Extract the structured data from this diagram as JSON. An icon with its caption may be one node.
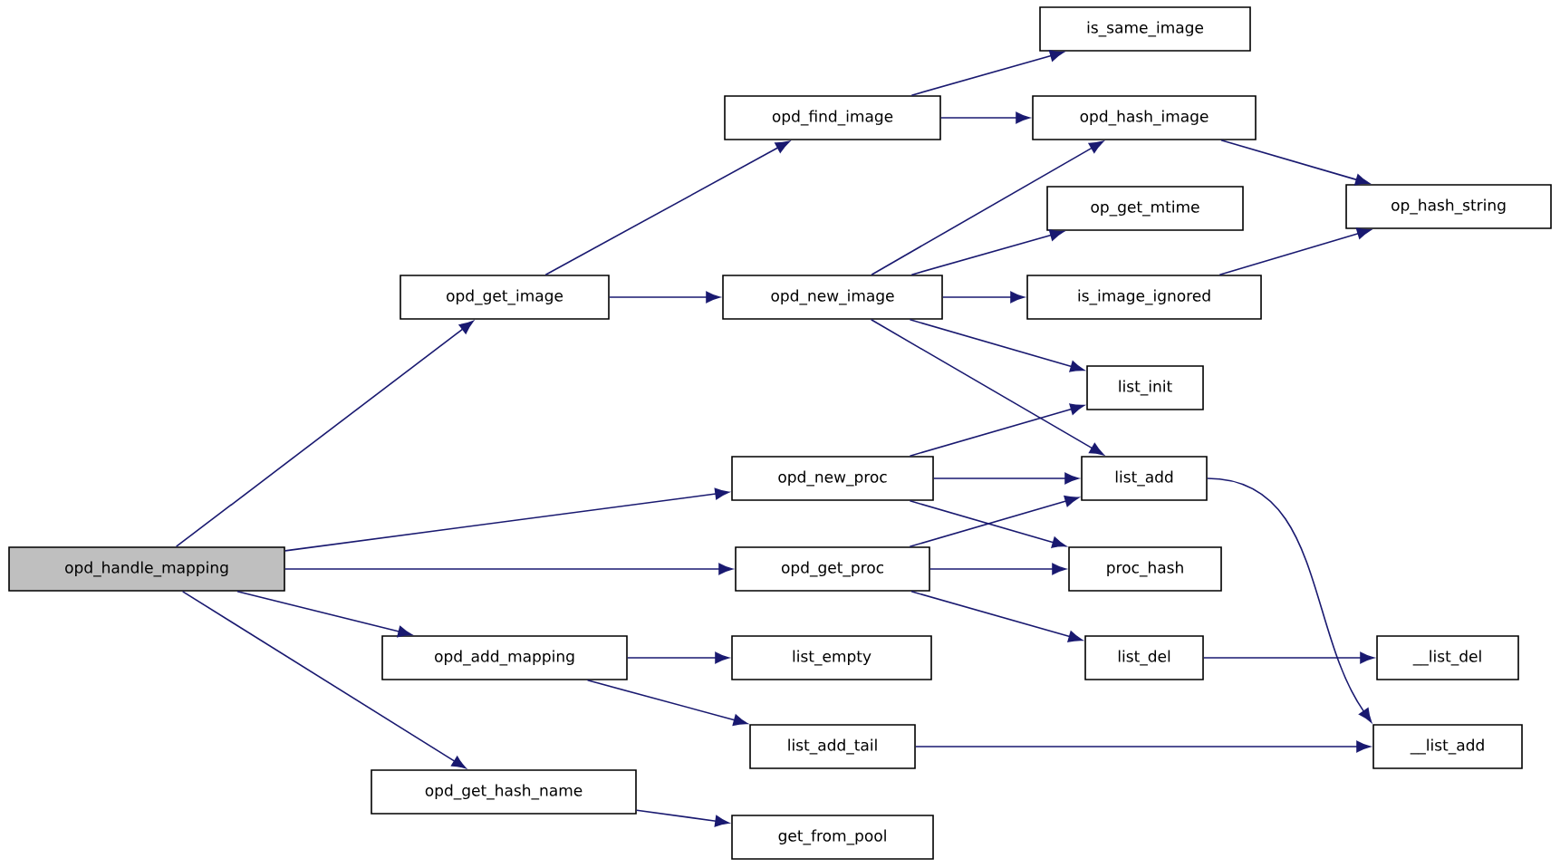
{
  "diagram": {
    "nodes": [
      {
        "text": [
          "opd_handle_mapping"
        ]
      },
      {
        "text": [
          "opd_get_image"
        ]
      },
      {
        "text": [
          "opd_find_image"
        ]
      },
      {
        "text": [
          "is_same_image"
        ]
      },
      {
        "text": [
          "opd_hash_image"
        ]
      },
      {
        "text": [
          "op_hash_string"
        ]
      },
      {
        "text": [
          "opd_new_image"
        ]
      },
      {
        "text": [
          "op_get_mtime"
        ]
      },
      {
        "text": [
          "is_image_ignored"
        ]
      },
      {
        "text": [
          "list_init"
        ]
      },
      {
        "text": [
          "opd_new_proc"
        ]
      },
      {
        "text": [
          "list_add"
        ]
      },
      {
        "text": [
          "opd_get_proc"
        ]
      },
      {
        "text": [
          "proc_hash"
        ]
      },
      {
        "text": [
          "list_del"
        ]
      },
      {
        "text": [
          "__list_del"
        ]
      },
      {
        "text": [
          "__list_add"
        ]
      },
      {
        "text": [
          "opd_add_mapping"
        ]
      },
      {
        "text": [
          "list_empty"
        ]
      },
      {
        "text": [
          "list_add_tail"
        ]
      },
      {
        "text": [
          "opd_get_hash_name"
        ]
      },
      {
        "text": [
          "get_from_pool"
        ]
      }
    ],
    "edges": [
      {
        "from": 0,
        "to": 1,
        "arrow": "to"
      },
      {
        "from": 0,
        "to": 10,
        "arrow": "to"
      },
      {
        "from": 0,
        "to": 12,
        "arrow": "to"
      },
      {
        "from": 0,
        "to": 17,
        "arrow": "to"
      },
      {
        "from": 0,
        "to": 20,
        "arrow": "to"
      },
      {
        "from": 1,
        "to": 2,
        "arrow": "to"
      },
      {
        "from": 1,
        "to": 6,
        "arrow": "to"
      },
      {
        "from": 2,
        "to": 3,
        "arrow": "to"
      },
      {
        "from": 2,
        "to": 4,
        "arrow": "to"
      },
      {
        "from": 4,
        "to": 5,
        "arrow": "to"
      },
      {
        "from": 6,
        "to": 4,
        "arrow": "to"
      },
      {
        "from": 6,
        "to": 7,
        "arrow": "to"
      },
      {
        "from": 6,
        "to": 8,
        "arrow": "to"
      },
      {
        "from": 6,
        "to": 9,
        "arrow": "to"
      },
      {
        "from": 6,
        "to": 11,
        "arrow": "to"
      },
      {
        "from": 8,
        "to": 5,
        "arrow": "to"
      },
      {
        "from": 10,
        "to": 9,
        "arrow": "to"
      },
      {
        "from": 10,
        "to": 11,
        "arrow": "to"
      },
      {
        "from": 10,
        "to": 13,
        "arrow": "to"
      },
      {
        "from": 12,
        "to": 11,
        "arrow": "to"
      },
      {
        "from": 12,
        "to": 13,
        "arrow": "to"
      },
      {
        "from": 12,
        "to": 14,
        "arrow": "to"
      },
      {
        "from": 11,
        "to": 16,
        "arrow": "to"
      },
      {
        "from": 14,
        "to": 15,
        "arrow": "to"
      },
      {
        "from": 17,
        "to": 18,
        "arrow": "to"
      },
      {
        "from": 17,
        "to": 19,
        "arrow": "to"
      },
      {
        "from": 19,
        "to": 16,
        "arrow": "to"
      },
      {
        "from": 20,
        "to": 21,
        "arrow": "to"
      }
    ]
  }
}
